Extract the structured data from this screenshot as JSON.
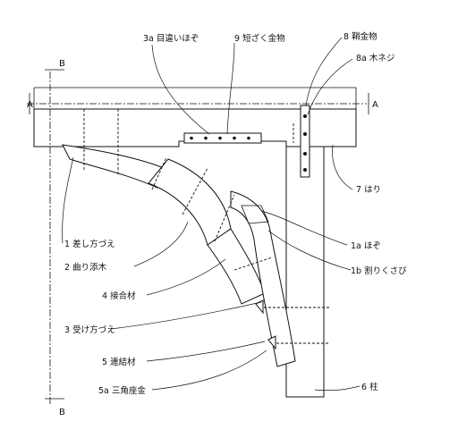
{
  "section_marks": {
    "a_left": "A",
    "a_right": "A",
    "b_top": "B",
    "b_bottom": "B"
  },
  "labels": {
    "mortise_3a": "3a 目違いほぞ",
    "strap_9": "9 短ざく金物",
    "corner_8": "8 鞘金物",
    "screw_8a": "8a 木ネジ",
    "beam_7": "7 はり",
    "tenon_1a": "1a ほぞ",
    "wedge_1b": "1b 割りくさび",
    "brace_1": "1 差し方づえ",
    "curved_2": "2 曲り添木",
    "joint_4": "4 接合材",
    "brace_3": "3 受け方づえ",
    "connector_5": "5 連結材",
    "plate_5a": "5a 三角座金",
    "post_6": "6 柱"
  }
}
